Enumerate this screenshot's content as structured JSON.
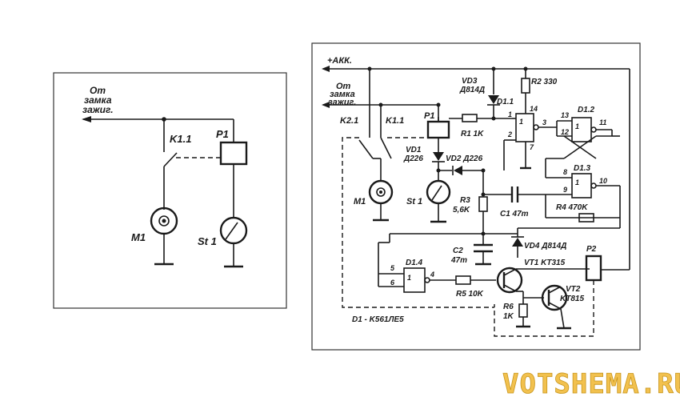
{
  "left_schematic": {
    "ignition_label": [
      "От",
      "замка",
      "зажиг."
    ],
    "relay_contact": "K1.1",
    "relay": "P1",
    "motor": "M1",
    "switch": "St 1"
  },
  "right_schematic": {
    "battery": "+АКК.",
    "ignition_label": [
      "От",
      "замка",
      "зажиг."
    ],
    "k21": "K2.1",
    "k11": "K1.1",
    "p1": "P1",
    "m1": "M1",
    "st1": "St 1",
    "vd1": [
      "VD1",
      "Д226"
    ],
    "vd2": "VD2 Д226",
    "vd3": [
      "VD3",
      "Д814Д"
    ],
    "vd4": "VD4 Д814Д",
    "r1": "R1 1K",
    "r2": "R2 330",
    "r3": [
      "R3",
      "5,6K"
    ],
    "r4": "R4 470K",
    "r5": "R5 10K",
    "r6": [
      "R6",
      "1K"
    ],
    "c1": "C1 47m",
    "c2": [
      "C2",
      "47m"
    ],
    "d11": "D1.1",
    "d12": "D1.2",
    "d13": "D1.3",
    "d14": "D1.4",
    "vt1": "VT1 KT315",
    "vt2": [
      "VT2",
      "KT815"
    ],
    "p2": "P2",
    "ic_note": "D1 - K561ЛЕ5",
    "pins": [
      "1",
      "14",
      "2",
      "3",
      "7",
      "13",
      "12",
      "11",
      "8",
      "9",
      "10",
      "5",
      "6",
      "4",
      "1",
      "1",
      "1",
      "1"
    ]
  },
  "watermark": "VOTSHEMA.RU"
}
